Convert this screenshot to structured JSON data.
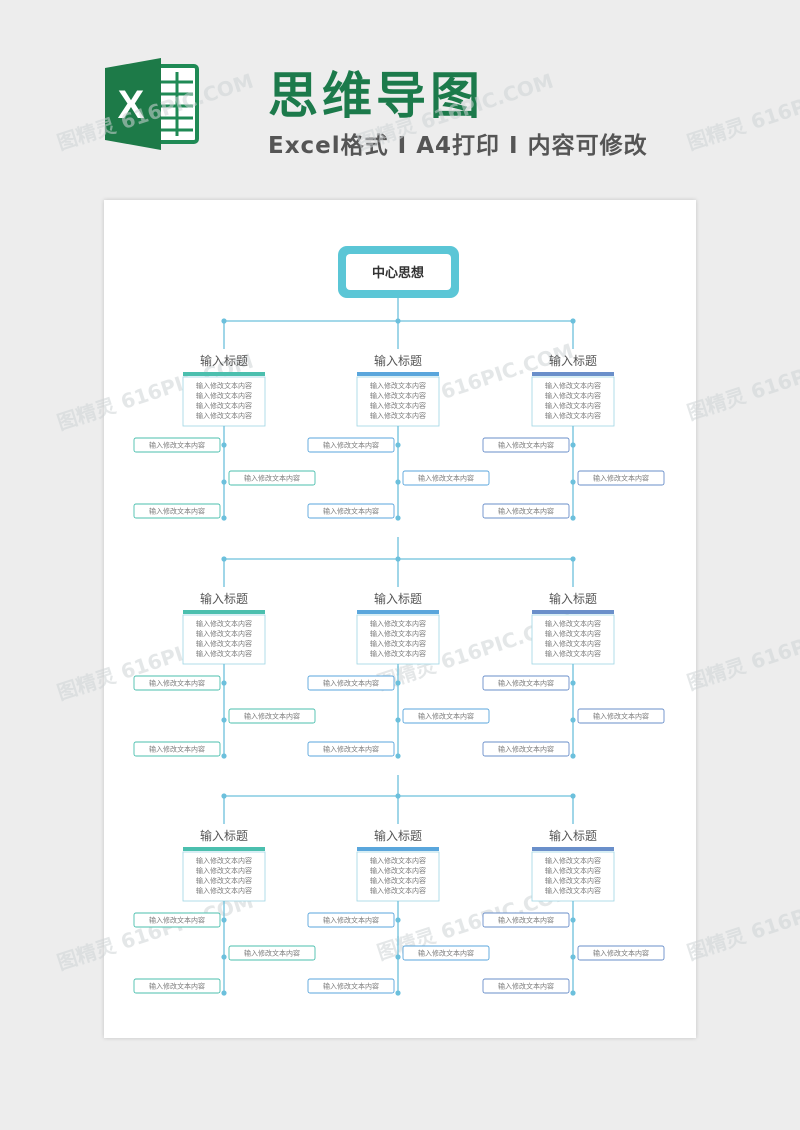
{
  "header": {
    "title": "思维导图",
    "subtitle": "Excel格式 I A4打印 I 内容可修改",
    "logo_letter": "X"
  },
  "mindmap": {
    "root": "中心思想",
    "groups": [
      {
        "branches": [
          {
            "title": "输入标题",
            "lines": [
              "输入修改文本内容",
              "输入修改文本内容",
              "输入修改文本内容",
              "输入修改文本内容"
            ],
            "left_items": [
              "输入修改文本内容",
              "输入修改文本内容"
            ],
            "right_item": "输入修改文本内容"
          },
          {
            "title": "输入标题",
            "lines": [
              "输入修改文本内容",
              "输入修改文本内容",
              "输入修改文本内容",
              "输入修改文本内容"
            ],
            "left_items": [
              "输入修改文本内容",
              "输入修改文本内容"
            ],
            "right_item": "输入修改文本内容"
          },
          {
            "title": "输入标题",
            "lines": [
              "输入修改文本内容",
              "输入修改文本内容",
              "输入修改文本内容",
              "输入修改文本内容"
            ],
            "left_items": [
              "输入修改文本内容",
              "输入修改文本内容"
            ],
            "right_item": "输入修改文本内容"
          }
        ]
      },
      {
        "branches": [
          {
            "title": "输入标题",
            "lines": [
              "输入修改文本内容",
              "输入修改文本内容",
              "输入修改文本内容",
              "输入修改文本内容"
            ],
            "left_items": [
              "输入修改文本内容",
              "输入修改文本内容"
            ],
            "right_item": "输入修改文本内容"
          },
          {
            "title": "输入标题",
            "lines": [
              "输入修改文本内容",
              "输入修改文本内容",
              "输入修改文本内容",
              "输入修改文本内容"
            ],
            "left_items": [
              "输入修改文本内容",
              "输入修改文本内容"
            ],
            "right_item": "输入修改文本内容"
          },
          {
            "title": "输入标题",
            "lines": [
              "输入修改文本内容",
              "输入修改文本内容",
              "输入修改文本内容",
              "输入修改文本内容"
            ],
            "left_items": [
              "输入修改文本内容",
              "输入修改文本内容"
            ],
            "right_item": "输入修改文本内容"
          }
        ]
      },
      {
        "branches": [
          {
            "title": "输入标题",
            "lines": [
              "输入修改文本内容",
              "输入修改文本内容",
              "输入修改文本内容",
              "输入修改文本内容"
            ],
            "left_items": [
              "输入修改文本内容",
              "输入修改文本内容"
            ],
            "right_item": "输入修改文本内容"
          },
          {
            "title": "输入标题",
            "lines": [
              "输入修改文本内容",
              "输入修改文本内容",
              "输入修改文本内容",
              "输入修改文本内容"
            ],
            "left_items": [
              "输入修改文本内容",
              "输入修改文本内容"
            ],
            "right_item": "输入修改文本内容"
          },
          {
            "title": "输入标题",
            "lines": [
              "输入修改文本内容",
              "输入修改文本内容",
              "输入修改文本内容",
              "输入修改文本内容"
            ],
            "left_items": [
              "输入修改文本内容",
              "输入修改文本内容"
            ],
            "right_item": "输入修改文本内容"
          }
        ]
      }
    ]
  },
  "colors": {
    "brand_green": "#1c7a4b",
    "root_border": "#5bc6d6",
    "connector": "#6cc0dc",
    "accents": [
      "#4bbfae",
      "#5aa6dc",
      "#6a8fca"
    ]
  },
  "watermark": "图精灵 616PIC.COM"
}
